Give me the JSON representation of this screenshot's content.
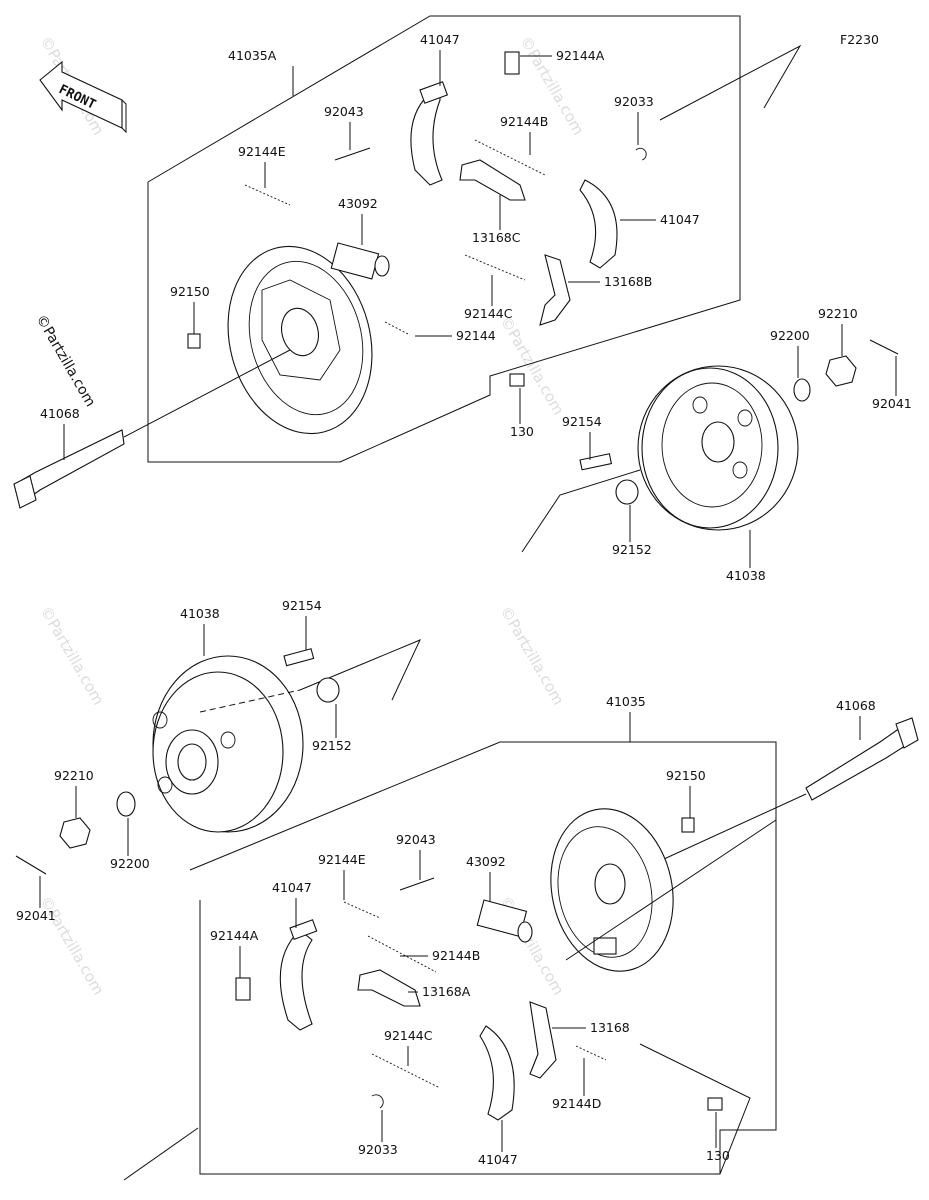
{
  "figure_code": "F2230",
  "front_label": "FRONT",
  "watermark": "©Partzilla.com",
  "upper_labels": {
    "l41035A": "41035A",
    "l41047a": "41047",
    "l92144A": "92144A",
    "l92043": "92043",
    "l92144B": "92144B",
    "l92033": "92033",
    "l92144E": "92144E",
    "l43092": "43092",
    "l13168C": "13168C",
    "l41047b": "41047",
    "l13168B": "13168B",
    "l92144C": "92144C",
    "l92150": "92150",
    "l92144": "92144",
    "l92210": "92210",
    "l92200": "92200",
    "l92041": "92041",
    "l41068": "41068",
    "l130": "130",
    "l92154": "92154",
    "l92152": "92152",
    "l41038": "41038"
  },
  "lower_labels": {
    "l41038": "41038",
    "l92154": "92154",
    "l92152": "92152",
    "l41035": "41035",
    "l41068": "41068",
    "l92150": "92150",
    "l92210": "92210",
    "l92200": "92200",
    "l92041": "92041",
    "l92043": "92043",
    "l92144E": "92144E",
    "l43092": "43092",
    "l41047a": "41047",
    "l92144A": "92144A",
    "l92144B": "92144B",
    "l13168A": "13168A",
    "l13168": "13168",
    "l92144C": "92144C",
    "l92144D": "92144D",
    "l92033": "92033",
    "l41047b": "41047",
    "l130": "130"
  }
}
